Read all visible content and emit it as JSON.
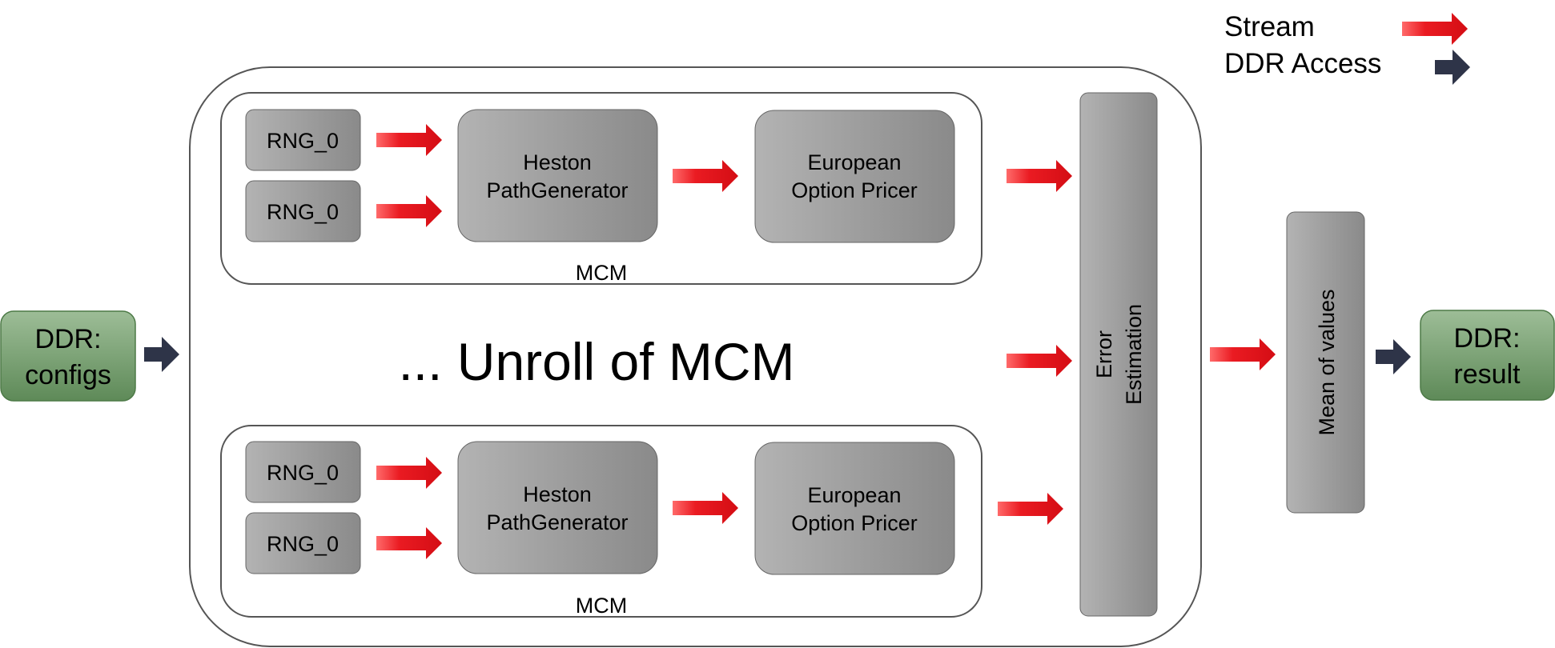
{
  "legend": {
    "stream_label": "Stream",
    "ddr_label": "DDR Access"
  },
  "ddr_input": {
    "line1": "DDR:",
    "line2": "configs"
  },
  "ddr_output": {
    "line1": "DDR:",
    "line2": "result"
  },
  "unroll_text": "... Unroll of MCM",
  "mcm_top": {
    "label": "MCM",
    "rng": [
      "RNG_0",
      "RNG_0"
    ],
    "path_generator": {
      "line1": "Heston",
      "line2": "PathGenerator"
    },
    "pricer": {
      "line1": "European",
      "line2": "Option Pricer"
    }
  },
  "mcm_bottom": {
    "label": "MCM",
    "rng": [
      "RNG_0",
      "RNG_0"
    ],
    "path_generator": {
      "line1": "Heston",
      "line2": "PathGenerator"
    },
    "pricer": {
      "line1": "European",
      "line2": "Option Pricer"
    }
  },
  "error_estimation": {
    "line1": "Error",
    "line2": "Estimation"
  },
  "mean_of_values": "Mean of values",
  "colors": {
    "stream_arrow": "#e8141c",
    "ddr_arrow": "#2e3448",
    "ddr_block": "#6f9868",
    "gray_block": "#9a9a9a"
  }
}
